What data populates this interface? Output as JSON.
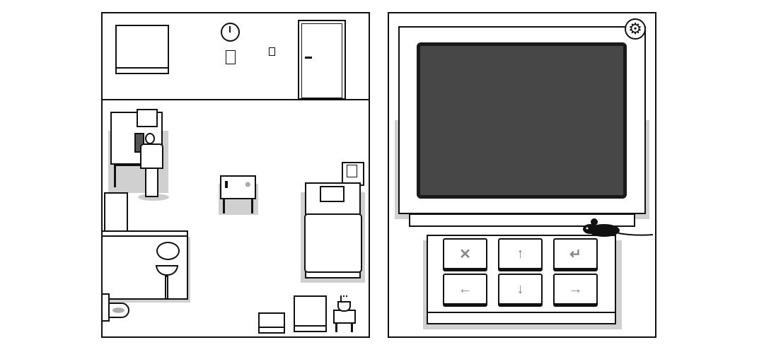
{
  "scene": {
    "room_panel": {
      "objects": [
        "window",
        "wall-clock",
        "wall-note",
        "light-switch",
        "door",
        "desk-with-computer",
        "player-character",
        "table",
        "bed",
        "nightstand",
        "wardrobe",
        "bathroom-wall",
        "mirror",
        "sink",
        "toilet",
        "box",
        "cabinet",
        "potted-plant"
      ]
    },
    "computer_panel": {
      "settings_icon": "gear-icon",
      "keys": [
        {
          "icon": "close-icon",
          "glyph": "✕"
        },
        {
          "icon": "arrow-up-icon",
          "glyph": "↑"
        },
        {
          "icon": "enter-icon",
          "glyph": "↵"
        },
        {
          "icon": "arrow-left-icon",
          "glyph": "←"
        },
        {
          "icon": "arrow-down-icon",
          "glyph": "↓"
        },
        {
          "icon": "arrow-right-icon",
          "glyph": "→"
        }
      ]
    }
  },
  "colors": {
    "screen": "#474747",
    "screen_border": "#1a1a1a",
    "outline": "#111111",
    "shadow": "#d0d0d0",
    "key_glyph": "#888888"
  }
}
